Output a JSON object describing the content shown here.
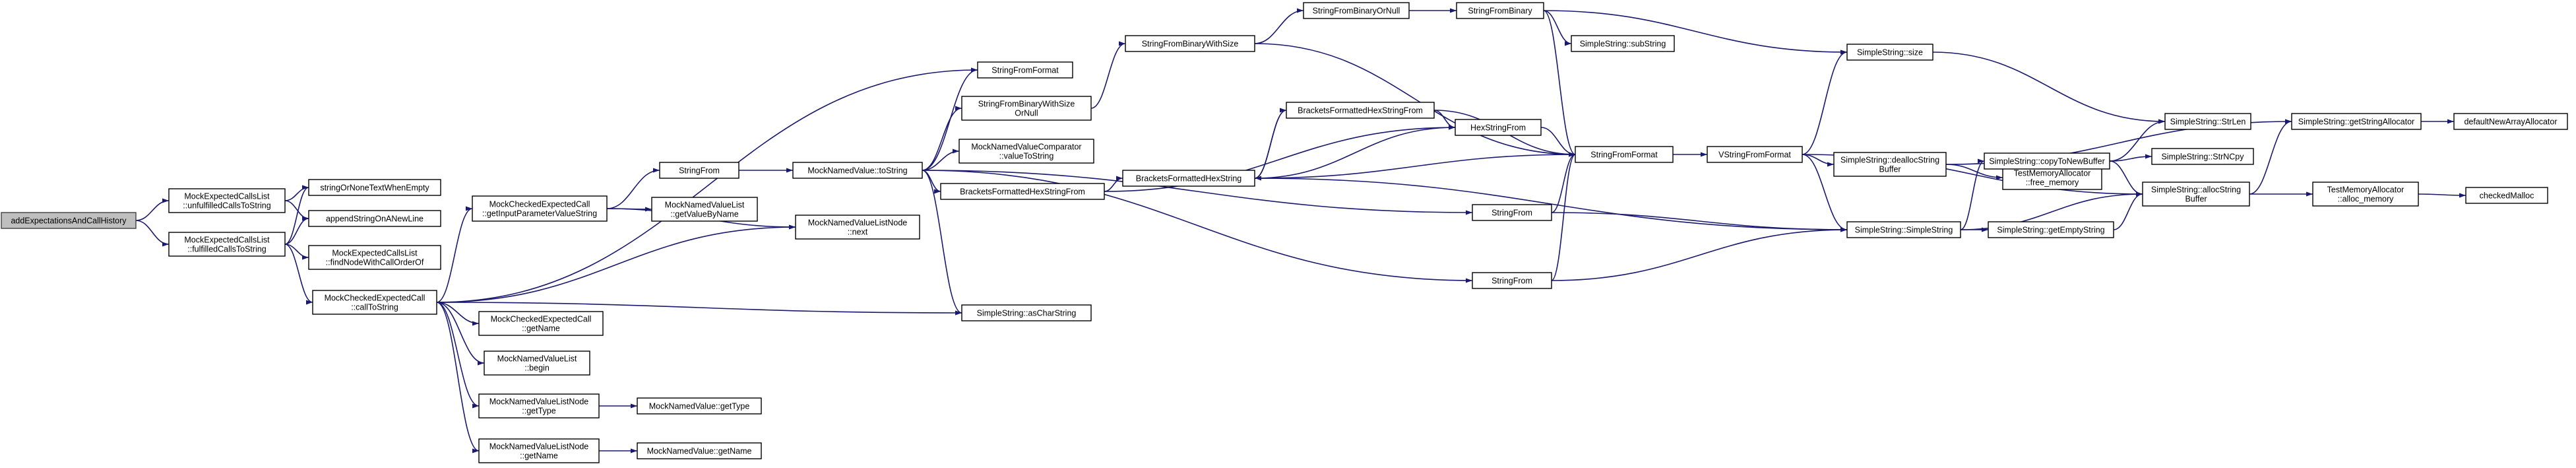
{
  "colors": {
    "edge": "#191970",
    "node_border": "#000000",
    "root_fill": "#bfbfbf",
    "background": "#ffffff"
  },
  "nodes": {
    "n0": {
      "lines": [
        "addExpectationsAndCallHistory"
      ]
    },
    "n1": {
      "lines": [
        "MockExpectedCallsList",
        "::unfulfilledCallsToString"
      ]
    },
    "n2": {
      "lines": [
        "MockExpectedCallsList",
        "::fulfilledCallsToString"
      ]
    },
    "n3": {
      "lines": [
        "stringOrNoneTextWhenEmpty"
      ]
    },
    "n4": {
      "lines": [
        "appendStringOnANewLine"
      ]
    },
    "n5": {
      "lines": [
        "MockExpectedCallsList",
        "::findNodeWithCallOrderOf"
      ]
    },
    "n6": {
      "lines": [
        "MockCheckedExpectedCall",
        "::callToString"
      ]
    },
    "n7": {
      "lines": [
        "MockCheckedExpectedCall",
        "::getInputParameterValueString"
      ]
    },
    "n8": {
      "lines": [
        "MockCheckedExpectedCall",
        "::getName"
      ]
    },
    "n9": {
      "lines": [
        "MockNamedValueList",
        "::begin"
      ]
    },
    "n10": {
      "lines": [
        "MockNamedValueListNode",
        "::getType"
      ]
    },
    "n11": {
      "lines": [
        "MockNamedValueListNode",
        "::getName"
      ]
    },
    "n12": {
      "lines": [
        "StringFrom"
      ]
    },
    "n13": {
      "lines": [
        "MockNamedValueList",
        "::getValueByName"
      ]
    },
    "n14": {
      "lines": [
        "MockNamedValue::getType"
      ]
    },
    "n15": {
      "lines": [
        "MockNamedValue::getName"
      ]
    },
    "n16": {
      "lines": [
        "MockNamedValue::toString"
      ]
    },
    "n17": {
      "lines": [
        "MockNamedValueListNode",
        "::next"
      ]
    },
    "n18": {
      "lines": [
        "StringFromFormat"
      ]
    },
    "n19": {
      "lines": [
        "StringFromBinaryWithSize",
        "OrNull"
      ]
    },
    "n20": {
      "lines": [
        "MockNamedValueComparator",
        "::valueToString"
      ]
    },
    "n21": {
      "lines": [
        "BracketsFormattedHexStringFrom"
      ]
    },
    "n22": {
      "lines": [
        "SimpleString::asCharString"
      ]
    },
    "n23": {
      "lines": [
        "StringFromBinaryWithSize"
      ]
    },
    "n24": {
      "lines": [
        "BracketsFormattedHexString"
      ]
    },
    "n25": {
      "lines": [
        "StringFrom"
      ]
    },
    "n26": {
      "lines": [
        "StringFromBinaryOrNull"
      ]
    },
    "n27": {
      "lines": [
        "BracketsFormattedHexStringFrom"
      ]
    },
    "n28": {
      "lines": [
        "StringFrom"
      ]
    },
    "n29": {
      "lines": [
        "StringFromBinary"
      ]
    },
    "n30": {
      "lines": [
        "HexStringFrom"
      ]
    },
    "n31": {
      "lines": [
        "SimpleString::subString"
      ]
    },
    "n32": {
      "lines": [
        "StringFromFormat"
      ]
    },
    "n33": {
      "lines": [
        "VStringFromFormat"
      ]
    },
    "n34": {
      "lines": [
        "SimpleString::size"
      ]
    },
    "n35": {
      "lines": [
        "SimpleString::deallocString",
        "Buffer"
      ]
    },
    "n36": {
      "lines": [
        "SimpleString::SimpleString"
      ]
    },
    "n37": {
      "lines": [
        "TestMemoryAllocator",
        "::free_memory"
      ]
    },
    "n38": {
      "lines": [
        "SimpleString::copyToNewBuffer"
      ]
    },
    "n39": {
      "lines": [
        "SimpleString::getEmptyString"
      ]
    },
    "n40": {
      "lines": [
        "SimpleString::StrLen"
      ]
    },
    "n41": {
      "lines": [
        "SimpleString::StrNCpy"
      ]
    },
    "n42": {
      "lines": [
        "SimpleString::allocString",
        "Buffer"
      ]
    },
    "n43": {
      "lines": [
        "SimpleString::getStringAllocator"
      ]
    },
    "n44": {
      "lines": [
        "TestMemoryAllocator",
        "::alloc_memory"
      ]
    },
    "n45": {
      "lines": [
        "defaultNewArrayAllocator"
      ]
    },
    "n46": {
      "lines": [
        "checkedMalloc"
      ]
    }
  }
}
